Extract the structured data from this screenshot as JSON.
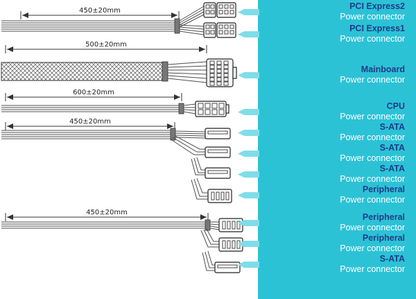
{
  "panel": {
    "background": "#2cc2d6",
    "arrow_color": "#7fdde9",
    "title_color": "#1d3c87",
    "subtitle_color": "#ffffff",
    "labels": [
      {
        "title": "PCI Express2",
        "subtitle": "Power connector"
      },
      {
        "title": "PCI Express1",
        "subtitle": "Power connector"
      },
      {
        "title": "Mainboard",
        "subtitle": "Power connector"
      },
      {
        "title": "CPU",
        "subtitle": "Power connector"
      },
      {
        "title": "S-ATA",
        "subtitle": "Power connector"
      },
      {
        "title": "S-ATA",
        "subtitle": "Power connector"
      },
      {
        "title": "S-ATA",
        "subtitle": "Power connector"
      },
      {
        "title": "Peripheral",
        "subtitle": "Power connector"
      },
      {
        "title": "Peripheral",
        "subtitle": "Power connector"
      },
      {
        "title": "Peripheral",
        "subtitle": "Power connector"
      },
      {
        "title": "S-ATA",
        "subtitle": "Power connector"
      }
    ]
  },
  "measurements": [
    "450±20mm",
    "500±20mm",
    "600±20mm",
    "450±20mm",
    "450±20mm"
  ]
}
